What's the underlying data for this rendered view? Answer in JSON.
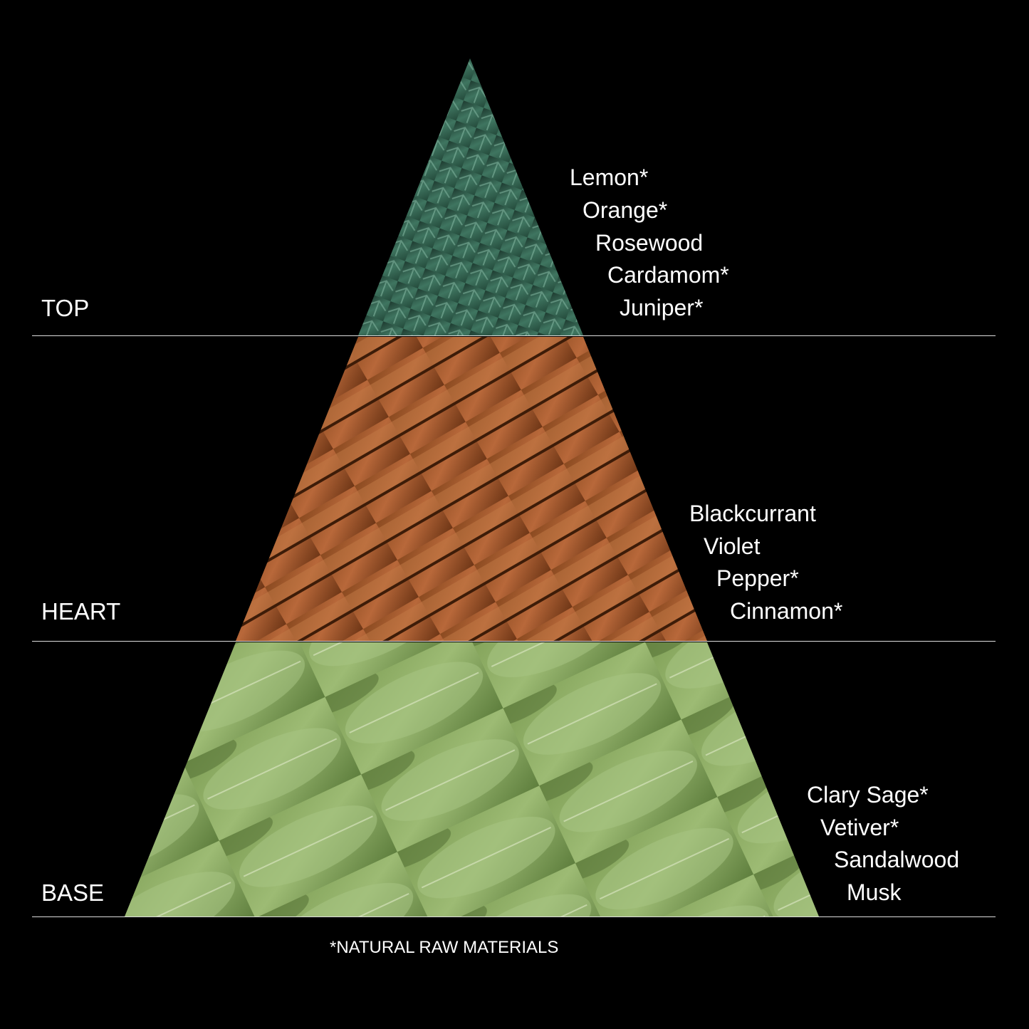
{
  "tiers": [
    {
      "label": "TOP",
      "image": "juniper-foliage",
      "notes": [
        "Lemon*",
        "Orange*",
        "Rosewood",
        "Cardamom*",
        "Juniper*"
      ]
    },
    {
      "label": "HEART",
      "image": "cinnamon-sticks",
      "notes": [
        "Blackcurrant",
        "Violet",
        "Pepper*",
        "Cinnamon*"
      ]
    },
    {
      "label": "BASE",
      "image": "sage-leaves",
      "notes": [
        "Clary Sage*",
        "Vetiver*",
        "Sandalwood",
        "Musk"
      ]
    }
  ],
  "footnote": "*NATURAL RAW MATERIALS",
  "colors": {
    "background": "#000000",
    "text": "#ffffff",
    "top": "#2f5e4c",
    "heart": "#a65a28",
    "base": "#8fae66"
  }
}
